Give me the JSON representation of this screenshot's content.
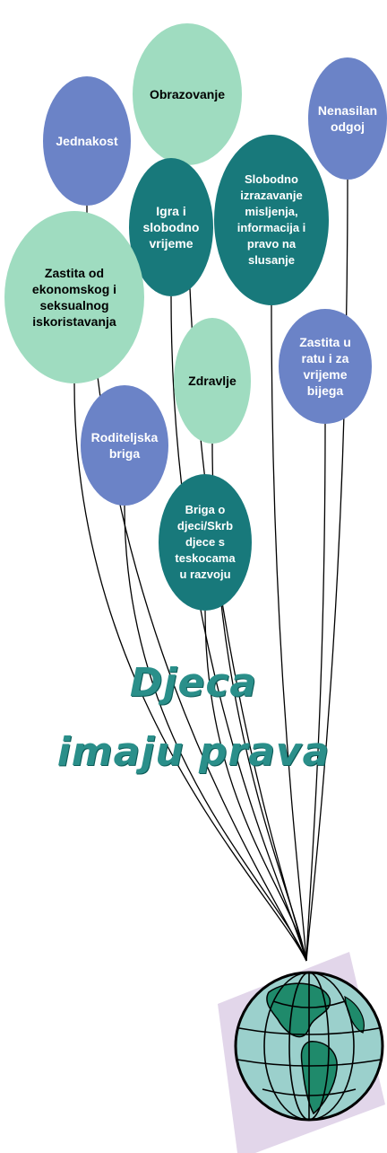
{
  "title": {
    "line1": "Djeca",
    "line2": "imaju prava"
  },
  "colors": {
    "light": "#9fdcc0",
    "blue": "#6b83c7",
    "teal": "#18797b",
    "title": "#2a8f8a",
    "string": "#000000",
    "globe_ocean": "#9bd0cc",
    "globe_land": "#1f8a6b",
    "globe_shadow": "#e2d6ea"
  },
  "balloons": [
    {
      "id": "obrazovanje",
      "label": "Obrazovanje",
      "color": "light"
    },
    {
      "id": "jednakost",
      "label": "Jednakost",
      "color": "blue"
    },
    {
      "id": "nenasilan-odgoj",
      "label": "Nenasilan\nodgoj",
      "color": "blue"
    },
    {
      "id": "slobodno-izrazavanje",
      "label": "Slobodno\nizrazavanje\nmisljenja,\ninformacija i\npravo na\nslusanje",
      "color": "teal"
    },
    {
      "id": "igra",
      "label": "Igra i\nslobodno\nvrijeme",
      "color": "teal"
    },
    {
      "id": "zastita-od-iskoristavanja",
      "label": "Zastita od\nekonomskog i\nseksualnog\niskoristavanja",
      "color": "light"
    },
    {
      "id": "zastita-u-ratu",
      "label": "Zastita u\nratu i za\nvrijeme\nbijega",
      "color": "blue"
    },
    {
      "id": "zdravlje",
      "label": "Zdravlje",
      "color": "light"
    },
    {
      "id": "roditeljska-briga",
      "label": "Roditeljska\nbriga",
      "color": "blue"
    },
    {
      "id": "briga-o-djeci",
      "label": "Briga o\ndjeci/Skrb\ndjece s\nteskocama\nu razvoju",
      "color": "teal"
    }
  ]
}
